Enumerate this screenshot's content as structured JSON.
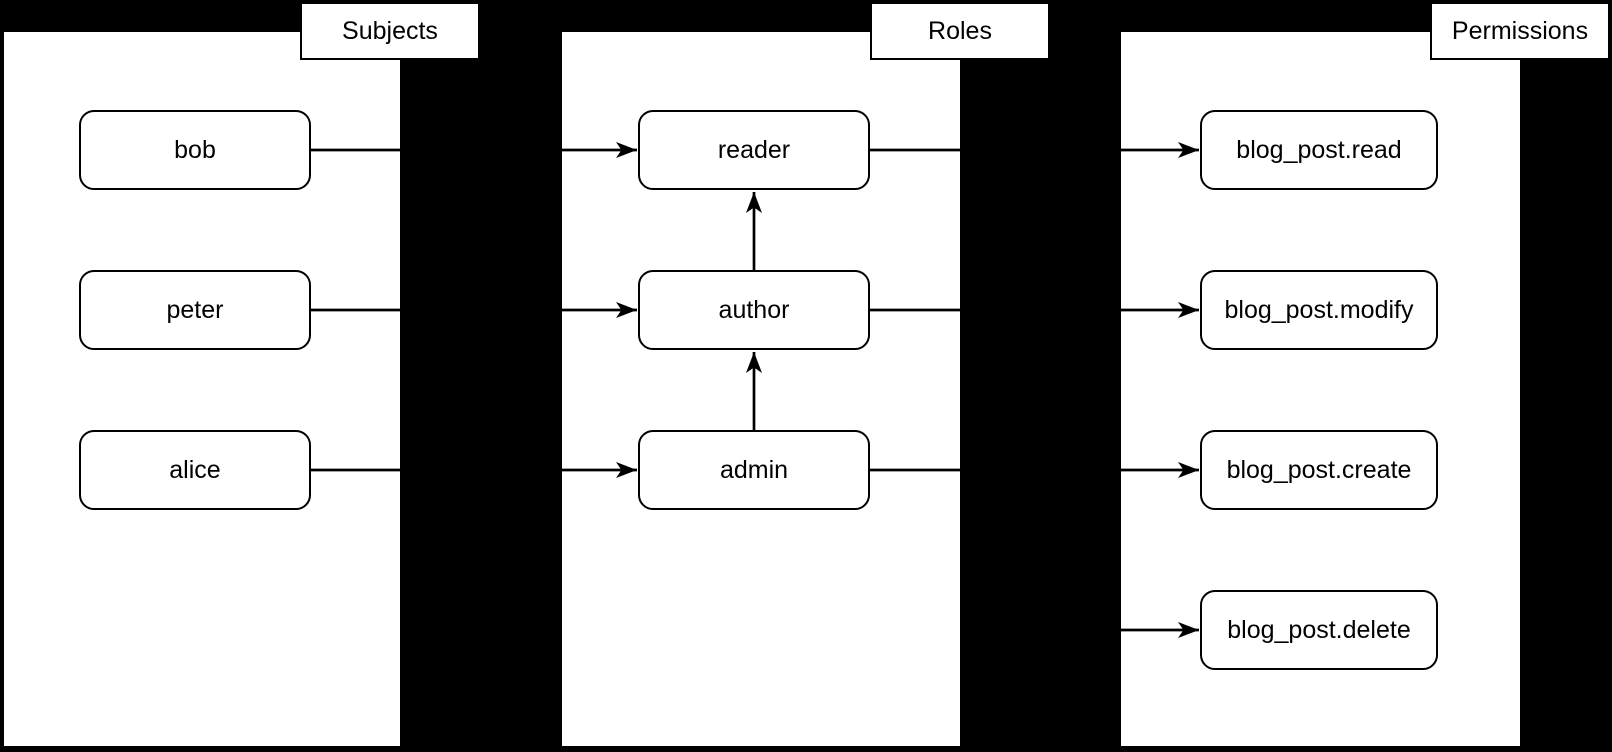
{
  "diagram": {
    "type": "rbac-flow-diagram",
    "colors": {
      "background": "#000000",
      "panel_fill": "#ffffff",
      "stroke": "#000000",
      "text": "#000000"
    },
    "columns": [
      {
        "title": "Subjects",
        "nodes": [
          {
            "label": "bob"
          },
          {
            "label": "peter"
          },
          {
            "label": "alice"
          }
        ]
      },
      {
        "title": "Roles",
        "nodes": [
          {
            "label": "reader"
          },
          {
            "label": "author"
          },
          {
            "label": "admin"
          }
        ]
      },
      {
        "title": "Permissions",
        "nodes": [
          {
            "label": "blog_post.read"
          },
          {
            "label": "blog_post.modify"
          },
          {
            "label": "blog_post.create"
          },
          {
            "label": "blog_post.delete"
          }
        ]
      }
    ],
    "edges": [
      {
        "from": "bob",
        "to": "reader"
      },
      {
        "from": "peter",
        "to": "author"
      },
      {
        "from": "alice",
        "to": "admin"
      },
      {
        "from": "admin",
        "to": "author"
      },
      {
        "from": "author",
        "to": "reader"
      },
      {
        "from": "reader",
        "to": "blog_post.read"
      },
      {
        "from": "author",
        "to": "blog_post.modify"
      },
      {
        "from": "admin",
        "to": "blog_post.create"
      },
      {
        "from": "admin",
        "to": "blog_post.delete"
      }
    ]
  }
}
